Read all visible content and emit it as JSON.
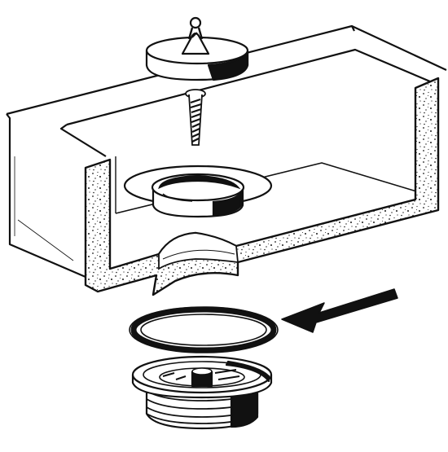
{
  "diagram": {
    "kind": "exploded sink waste fitting illustration",
    "parts": [
      {
        "id": "plug",
        "icon": "rubber-plug-icon"
      },
      {
        "id": "screw",
        "icon": "screw-icon"
      },
      {
        "id": "flange",
        "icon": "waste-flange-icon"
      },
      {
        "id": "sink-section",
        "icon": "ceramic-sink-cutaway-icon"
      },
      {
        "id": "sealing-washer",
        "icon": "washer-ring-icon"
      },
      {
        "id": "backnut-body",
        "icon": "threaded-waste-body-icon"
      }
    ],
    "indicator": {
      "icon": "arrow-left-icon",
      "points_to": "sealing-washer"
    },
    "colors": {
      "ink": "#111111",
      "paper": "#ffffff",
      "speckle": "#1a1a1a"
    }
  }
}
